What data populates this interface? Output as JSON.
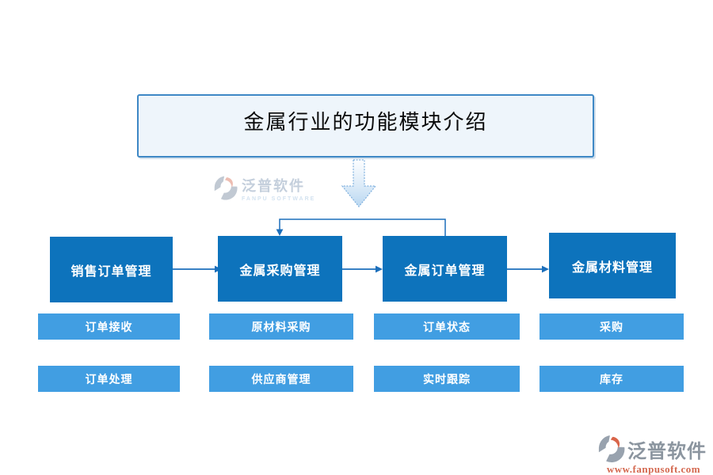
{
  "header": {
    "title": "金属行业的功能模块介绍"
  },
  "modules": [
    {
      "title": "销售订单管理",
      "children": [
        "订单接收",
        "订单处理"
      ]
    },
    {
      "title": "金属采购管理",
      "children": [
        "原材料采购",
        "供应商管理"
      ]
    },
    {
      "title": "金属订单管理",
      "children": [
        "订单状态",
        "实时跟踪"
      ]
    },
    {
      "title": "金属材料管理",
      "children": [
        "采购",
        "库存"
      ]
    }
  ],
  "flow": {
    "sequence": [
      "销售订单管理",
      "金属采购管理",
      "金属订单管理",
      "金属材料管理"
    ],
    "loopback": {
      "from": "金属订单管理",
      "to": "金属采购管理"
    }
  },
  "watermark": {
    "name": "泛普软件",
    "subtitle": "FANPU SOFTWARE"
  },
  "footer": {
    "name": "泛普软件",
    "url": "www.fanpusoft.com"
  },
  "colors": {
    "module_blue": "#0d73bc",
    "submodule_blue": "#419ee2",
    "connector_blue": "#1c6fbb",
    "title_bg": "#eef5fb",
    "title_border": "#3e88c5",
    "footer_gray": "#8b959f",
    "footer_orange": "#d4684f"
  },
  "icons": {
    "down_arrow": "down-arrow",
    "brand_mark": "fanpu-logo"
  }
}
